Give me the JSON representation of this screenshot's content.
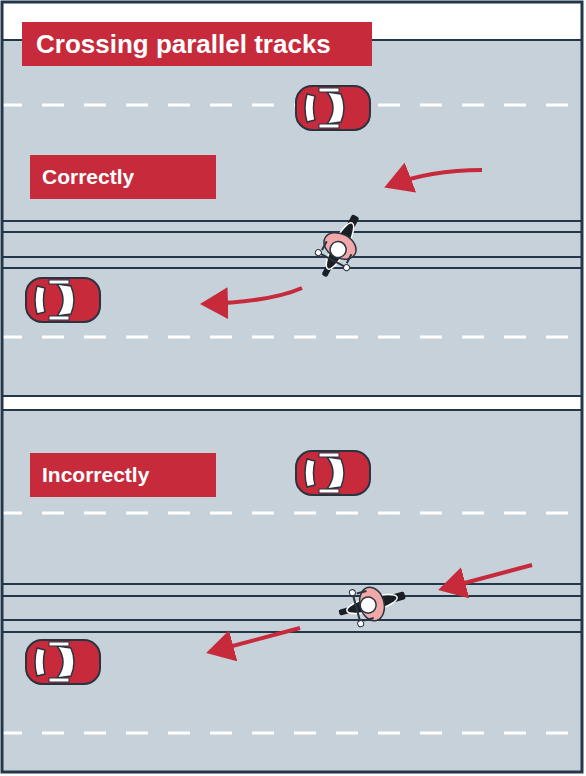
{
  "diagram": {
    "title": "Crossing parallel tracks",
    "nodes": [
      {
        "text": [
          "Correctly"
        ]
      },
      {
        "text": [
          "Incorrectly"
        ]
      }
    ]
  }
}
